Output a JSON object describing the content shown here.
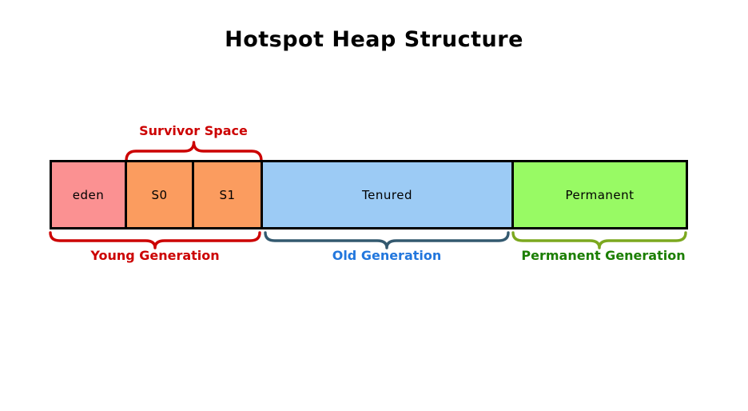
{
  "title": "Hotspot Heap Structure",
  "diagram": {
    "border_color": "#000000",
    "segments": [
      {
        "label": "eden",
        "color": "#FB9192"
      },
      {
        "label": "S0",
        "color": "#FB9C5F"
      },
      {
        "label": "S1",
        "color": "#FB9C5F"
      },
      {
        "label": "Tenured",
        "color": "#9CCBF5"
      },
      {
        "label": "Permanent",
        "color": "#98FA64"
      }
    ],
    "survivor": {
      "label": "Survivor Space",
      "text_color": "#CC0000",
      "brace_color": "#CC0000"
    },
    "groups": [
      {
        "label": "Young Generation",
        "text_color": "#CC0000",
        "brace_color": "#CC0000"
      },
      {
        "label": "Old Generation",
        "text_color": "#2277DD",
        "brace_color": "#33596F"
      },
      {
        "label": "Permanent Generation",
        "text_color": "#1B7E00",
        "brace_color": "#7CA81F"
      }
    ]
  }
}
